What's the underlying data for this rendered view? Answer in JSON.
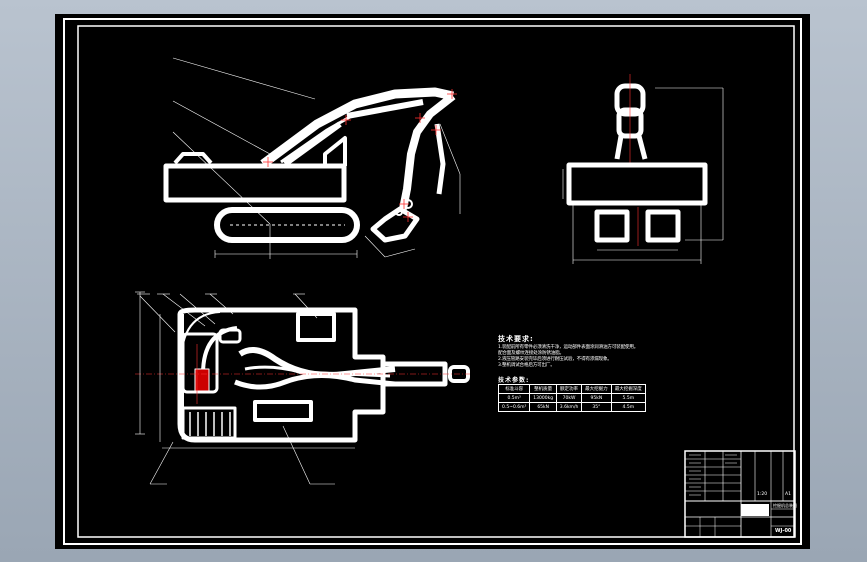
{
  "drawing": {
    "technical_requirements": {
      "title": "技术要求:",
      "lines": [
        "1.装配前所有零件必须清洗干净，运动部件表面涂润滑油方可装配使用。",
        "  配合面及螺纹连接处涂防锈油脂。",
        "2.液压管路安装完毕后须进行耐压试验，不得有渗漏现象。",
        "3.整机调试合格后方可出厂。"
      ]
    },
    "parameters": {
      "title": "技术参数:",
      "header": [
        "标准斗容",
        "整机质量",
        "额定功率",
        "最大挖掘力",
        "最大挖掘深度"
      ],
      "values": [
        "0.5m³",
        "13000kg",
        "70kW",
        "95kN",
        "5.5m"
      ],
      "extra": [
        "0.5~0.6m³",
        "65kN",
        "3.6km/h",
        "35°",
        "4.5m"
      ]
    },
    "title_block": {
      "drawing_name": "挖掘机总装图",
      "code": "WJ-00",
      "scale": "1:20",
      "sheet": "A1"
    }
  }
}
